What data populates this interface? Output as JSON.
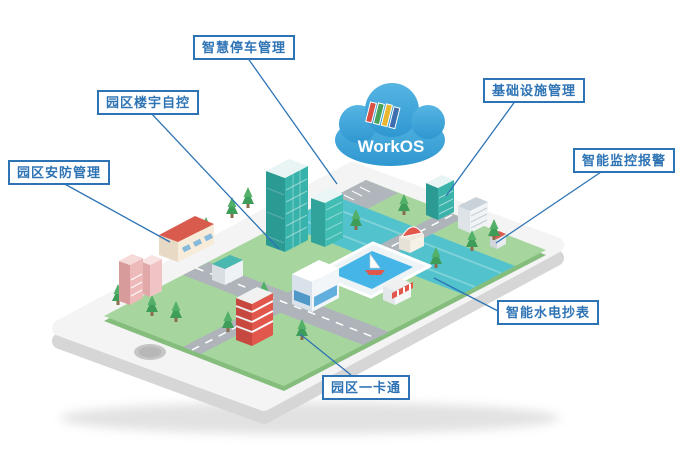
{
  "cloud": {
    "label": "WorkOS"
  },
  "labels": [
    {
      "id": "smart-parking",
      "text": "智慧停车管理"
    },
    {
      "id": "building-automation",
      "text": "园区楼宇自控"
    },
    {
      "id": "park-security",
      "text": "园区安防管理"
    },
    {
      "id": "infrastructure",
      "text": "基础设施管理"
    },
    {
      "id": "monitoring-alarm",
      "text": "智能监控报警"
    },
    {
      "id": "utility-metering",
      "text": "智能水电抄表"
    },
    {
      "id": "one-card",
      "text": "园区一卡通"
    }
  ],
  "colors": {
    "accent_blue": "#2e74b5",
    "cloud_blue": "#38a1d6",
    "building_teal": "#37b3ab",
    "grass_green": "#a6d69e",
    "road_gray": "#b3b9bf",
    "river_teal": "#52c3cc",
    "pool_blue": "#45b5e8",
    "red_accent": "#e2574c"
  }
}
